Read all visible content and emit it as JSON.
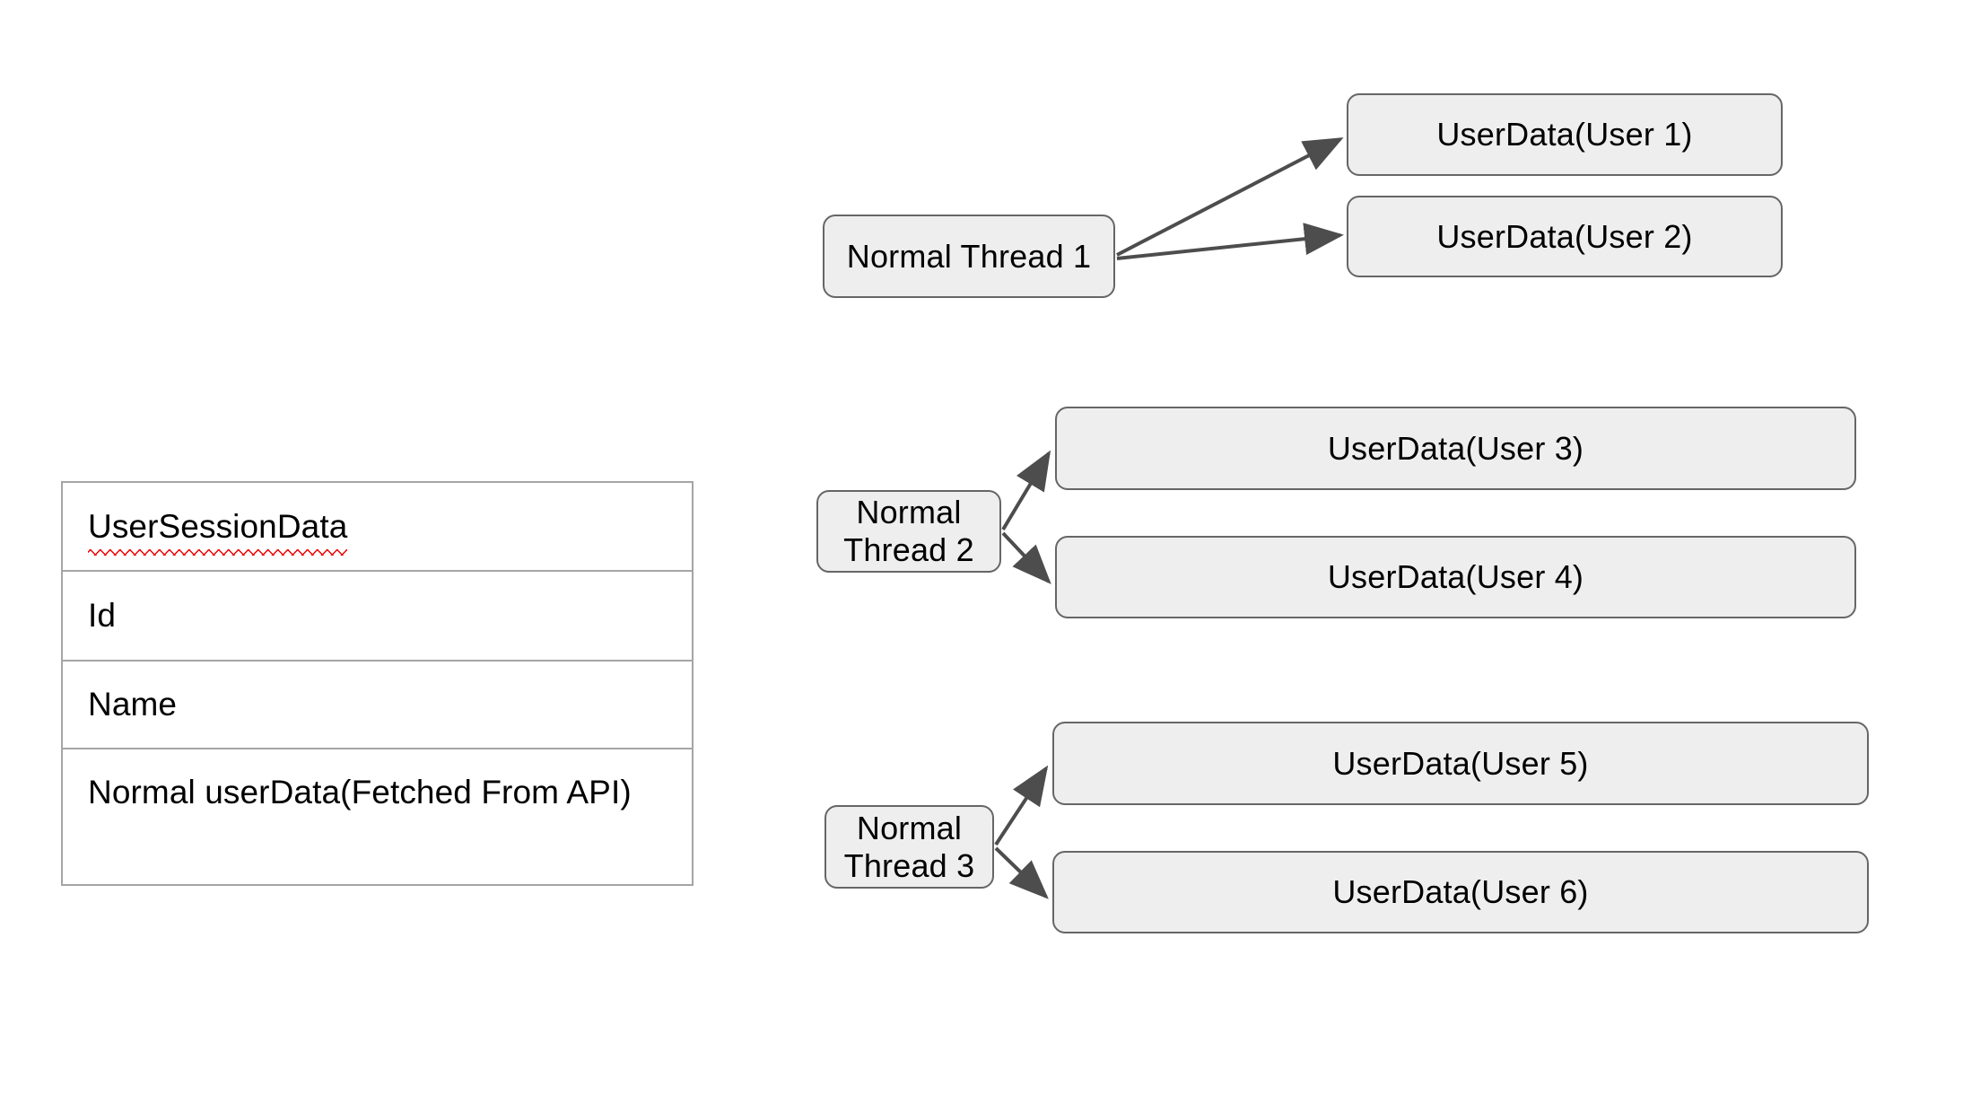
{
  "diagram": {
    "title_visible": false,
    "background_color": "#ffffff",
    "node_fill": "#eeeeee",
    "node_border": "#666666",
    "edge_color": "#4d4d4d",
    "table_border": "#a5a5a5",
    "spellcheck_color": "#ee0000"
  },
  "entity_table": {
    "name": "UserSessionData",
    "rows": [
      {
        "label": "UserSessionData",
        "spellchecked": true
      },
      {
        "label": "Id",
        "spellchecked": false
      },
      {
        "label": "Name",
        "spellchecked": false
      },
      {
        "label": "Normal userData(Fetched From API)",
        "spellchecked": false
      }
    ]
  },
  "threads": [
    {
      "id": "thread-1",
      "label": "Normal Thread 1",
      "children": [
        {
          "id": "userdata-1",
          "label": "UserData(User 1)"
        },
        {
          "id": "userdata-2",
          "label": "UserData(User 2)"
        }
      ]
    },
    {
      "id": "thread-2",
      "label": "Normal Thread 2",
      "children": [
        {
          "id": "userdata-3",
          "label": "UserData(User 3)"
        },
        {
          "id": "userdata-4",
          "label": "UserData(User 4)"
        }
      ]
    },
    {
      "id": "thread-3",
      "label": "Normal Thread 3",
      "children": [
        {
          "id": "userdata-5",
          "label": "UserData(User 5)"
        },
        {
          "id": "userdata-6",
          "label": "UserData(User 6)"
        }
      ]
    }
  ],
  "edges": [
    {
      "from": "thread-1",
      "to": "userdata-1"
    },
    {
      "from": "thread-1",
      "to": "userdata-2"
    },
    {
      "from": "thread-2",
      "to": "userdata-3"
    },
    {
      "from": "thread-2",
      "to": "userdata-4"
    },
    {
      "from": "thread-3",
      "to": "userdata-5"
    },
    {
      "from": "thread-3",
      "to": "userdata-6"
    }
  ]
}
